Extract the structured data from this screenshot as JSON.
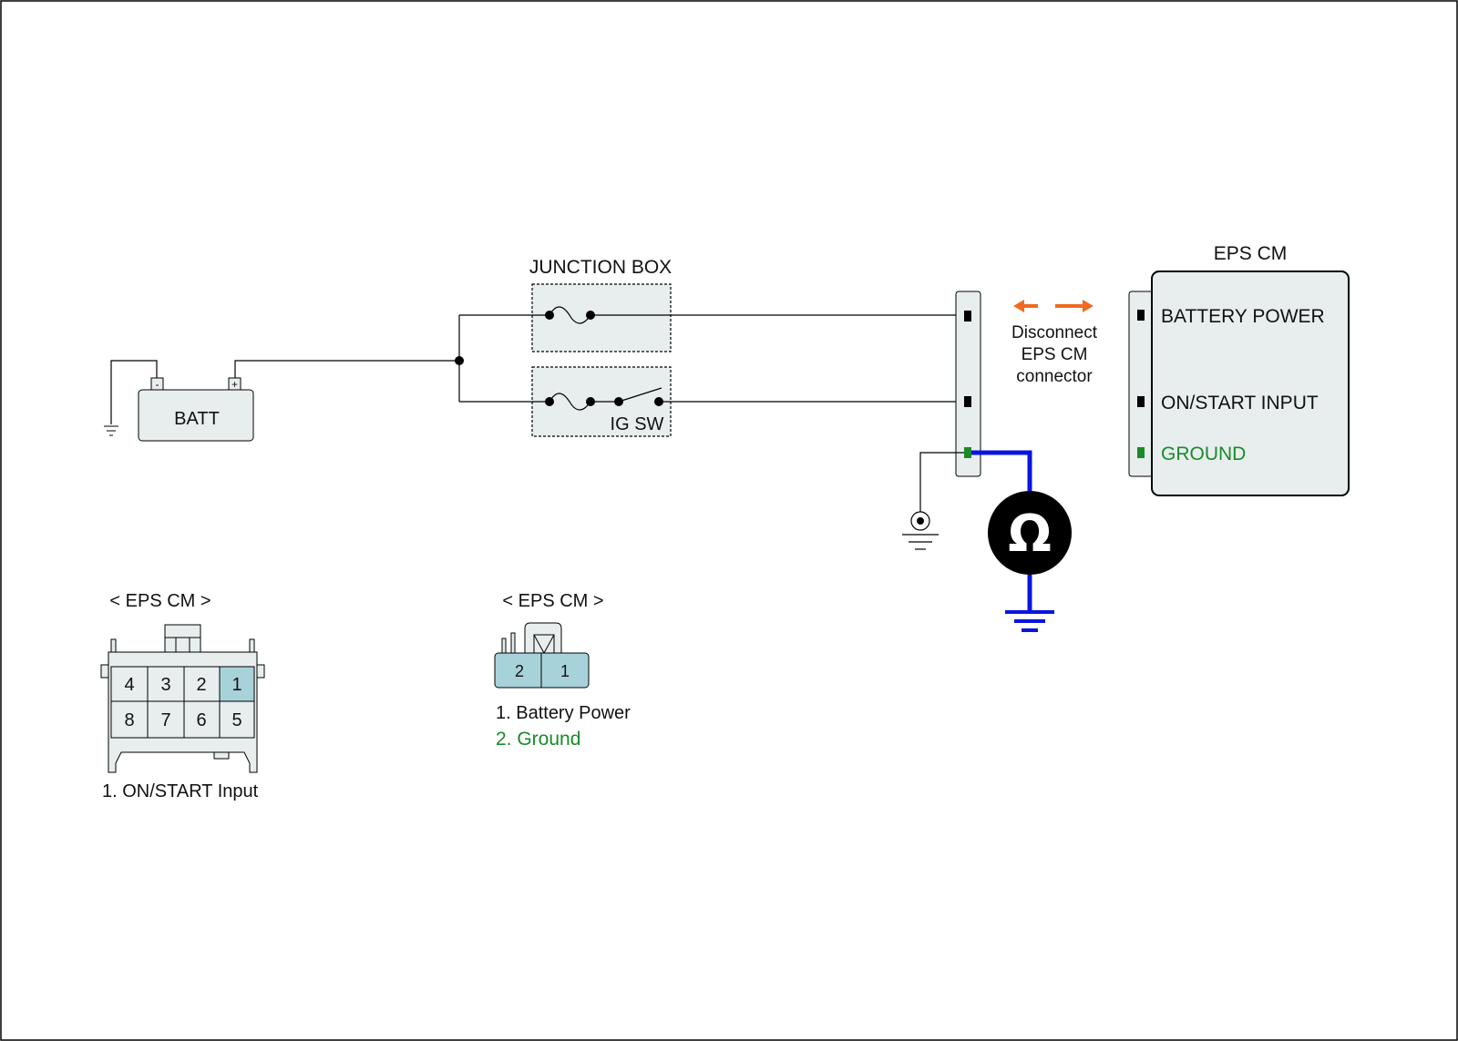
{
  "colors": {
    "wire": "#000000",
    "box_fill": "#e8eeee",
    "connector_teal": "#a8d2da",
    "ground_text": "#1a8a2a",
    "meter_lead": "#0a14e0",
    "arrow": "#f06a1e"
  },
  "icons": [
    "battery-icon",
    "fuse-icon",
    "switch-icon",
    "ground-icon",
    "ohmmeter-icon",
    "arrow-icon"
  ],
  "battery": {
    "label": "BATT",
    "neg": "-",
    "pos": "+"
  },
  "junction_box": {
    "title": "JUNCTION BOX",
    "ig_label": "IG SW"
  },
  "eps_cm": {
    "title": "EPS CM",
    "pins": {
      "battery_power": "BATTERY POWER",
      "on_start": "ON/START INPUT",
      "ground": "GROUND"
    }
  },
  "note": {
    "line1": "Disconnect",
    "line2": "EPS CM",
    "line3": "connector"
  },
  "meter": {
    "symbol": "Ω"
  },
  "connector_8pin": {
    "title": "< EPS CM >",
    "pins_top": [
      "4",
      "3",
      "2",
      "1"
    ],
    "pins_bottom": [
      "8",
      "7",
      "6",
      "5"
    ],
    "caption": "1. ON/START Input"
  },
  "connector_2pin": {
    "title": "< EPS CM >",
    "pins": [
      "2",
      "1"
    ],
    "caption1": "1. Battery Power",
    "caption2": "2. Ground"
  }
}
